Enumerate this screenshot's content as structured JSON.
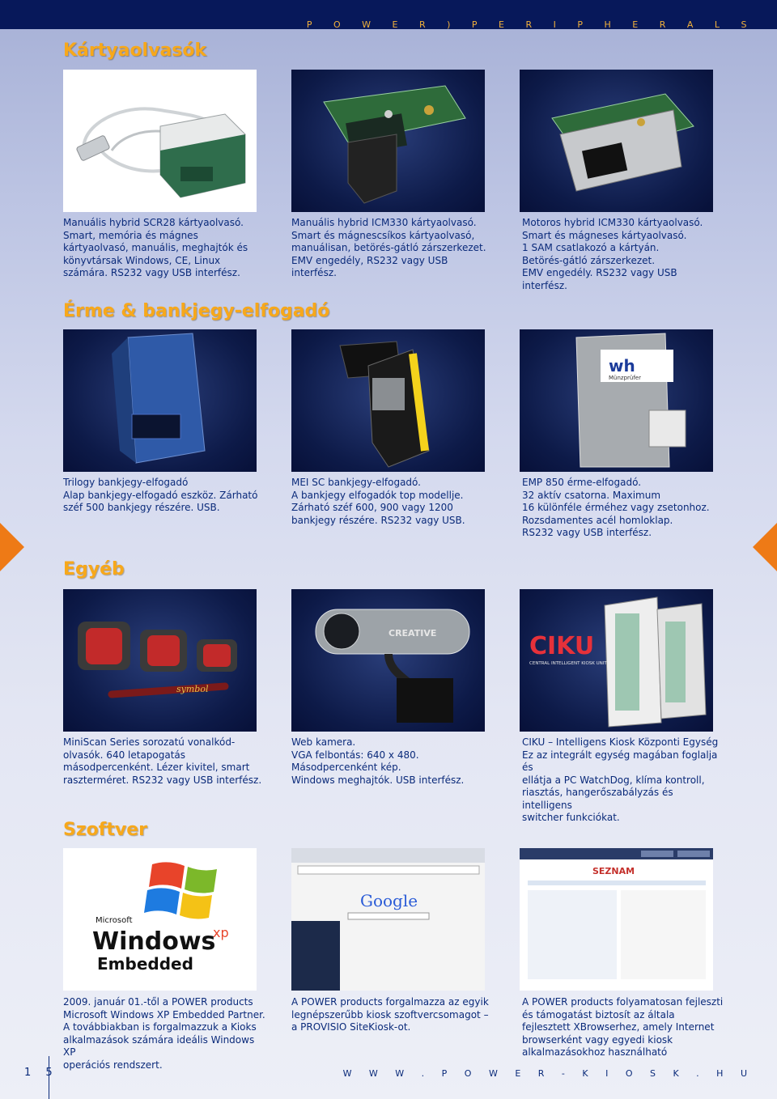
{
  "header": {
    "brand": "P O W E R ) P E R I P H E R A L S"
  },
  "sections": {
    "kartya": "Kártyaolvasók",
    "erme": "Érme & bankjegy-elfogadó",
    "egyeb": "Egyéb",
    "szoftver": "Szoftver"
  },
  "captions": {
    "c1": [
      "Manuális hybrid SCR28 kártyaolvasó.",
      "Smart, memória és mágnes",
      "kártyaolvasó, manuális, meghajtók és",
      "könyvtársak Windows, CE, Linux",
      "számára. RS232 vagy USB interfész."
    ],
    "c2": [
      "Manuális hybrid ICM330 kártyaolvasó.",
      "Smart és mágnescsíkos kártyaolvasó,",
      "manuálisan, betörés-gátló zárszerkezet.",
      "EMV engedély, RS232 vagy USB interfész."
    ],
    "c3": [
      "Motoros hybrid ICM330 kártyaolvasó.",
      "Smart és mágneses kártyaolvasó.",
      "1 SAM csatlakozó a kártyán.",
      "Betörés-gátló zárszerkezet.",
      "EMV engedély. RS232 vagy USB interfész."
    ],
    "c4": [
      "Trilogy bankjegy-elfogadó",
      "Alap bankjegy-elfogadó eszköz. Zárható",
      "széf 500 bankjegy részére. USB."
    ],
    "c5": [
      "MEI SC bankjegy-elfogadó.",
      "A bankjegy elfogadók top modellje.",
      "Zárható széf 600, 900 vagy 1200",
      "bankjegy részére. RS232 vagy USB."
    ],
    "c6": [
      "EMP 850 érme-elfogadó.",
      "32 aktív csatorna. Maximum",
      "16 különféle érméhez vagy zsetonhoz.",
      "Rozsdamentes acél homloklap.",
      "RS232 vagy USB interfész."
    ],
    "c7": [
      "MiniScan Series sorozatú vonalkód-",
      "olvasók. 640 letapogatás",
      "másodpercenként. Lézer kivitel, smart",
      "raszterméret. RS232 vagy USB interfész."
    ],
    "c8": [
      "Web kamera.",
      "VGA felbontás: 640 x 480.",
      "Másodpercenként kép.",
      "Windows meghajtók. USB interfész."
    ],
    "c9": [
      "CIKU – Intelligens Kiosk Központi Egység",
      "Ez az integrált egység magában foglalja és",
      "ellátja a PC WatchDog, klíma kontroll,",
      "riasztás, hangerőszabályzás és intelligens",
      "switcher funkciókat."
    ],
    "c10": [
      "2009. január 01.-től a POWER products",
      "Microsoft Windows XP Embedded Partner.",
      "A továbbiakban is forgalmazzuk a Kioks",
      "alkalmazások számára ideális Windows XP",
      "operációs rendszert."
    ],
    "c11": [
      "A POWER products forgalmazza az egyik",
      "legnépszerűbb kiosk szoftvercsomagot –",
      "a PROVISIO SiteKiosk-ot."
    ],
    "c12": [
      "A POWER products folyamatosan fejleszti",
      "és támogatást biztosít az általa",
      "fejlesztett XBrowserhez, amely Internet",
      "browserként vagy egyedi kiosk",
      "alkalmazásokhoz használható"
    ]
  },
  "image_text": {
    "creative": "CREATIVE",
    "ciku": "CIKU",
    "ciku_sub": "CENTRAL INTELLIGENT KIOSK UNIT",
    "symbol": "symbol",
    "wh": "wh",
    "wh_sub": "Münzprüfer",
    "ms": "Microsoft",
    "windows": "Windows",
    "xp": "xp",
    "embedded": "Embedded",
    "google": "Google",
    "seznam": "SEZNAM"
  },
  "footer": {
    "page": "1 5",
    "url": "W W W . P O W E R - K I O S K . H U"
  },
  "colors": {
    "navy": "#07185a",
    "orange": "#f7a81b",
    "text": "#0a2a7a",
    "arrow": "#ee7a16"
  }
}
